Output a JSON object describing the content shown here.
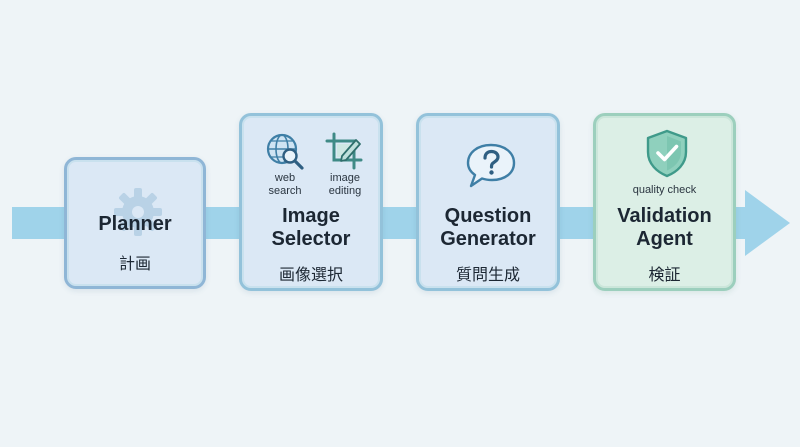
{
  "stages": [
    {
      "title_line1": "Planner",
      "title_line2": "",
      "japanese": "計画",
      "icon": "gear-icon"
    },
    {
      "title_line1": "Image",
      "title_line2": "Selector",
      "japanese": "画像選択",
      "tools": [
        {
          "icon": "globe-search-icon",
          "label_line1": "web",
          "label_line2": "search"
        },
        {
          "icon": "crop-edit-icon",
          "label_line1": "image",
          "label_line2": "editing"
        }
      ]
    },
    {
      "title_line1": "Question",
      "title_line2": "Generator",
      "japanese": "質問生成",
      "icon": "speech-bubble-question-icon"
    },
    {
      "title_line1": "Validation",
      "title_line2": "Agent",
      "japanese": "検証",
      "icon": "shield-check-icon",
      "caption": "quality check"
    }
  ],
  "colors": {
    "background": "#eef4f7",
    "arrow": "#9fd3ea",
    "card_blue_fill": "#dbe8f5",
    "card_green_fill": "#dcefe6",
    "icon_blue": "#3f7fa6",
    "icon_teal": "#3f9a8a"
  }
}
